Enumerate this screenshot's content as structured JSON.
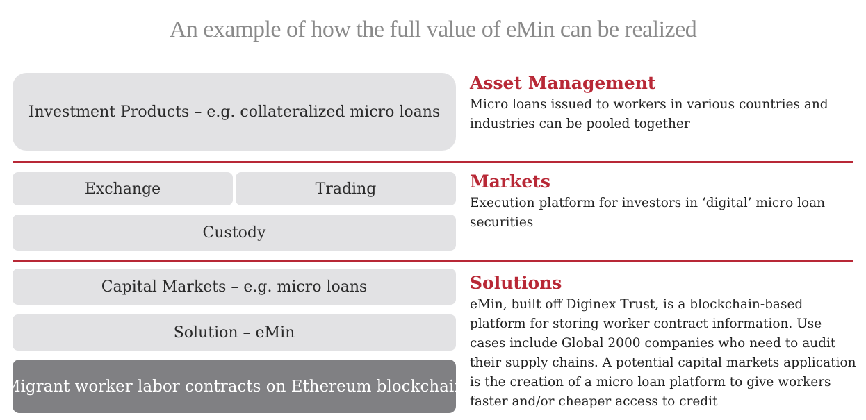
{
  "title": "An example of how the full value of eMin can be realized",
  "colors": {
    "accent": "#b82836",
    "box": "#e2e2e4",
    "box_dark": "#808083",
    "title": "#8a8a8a"
  },
  "layers": {
    "asset_management": {
      "heading": "Asset Management",
      "description": "Micro loans issued to workers in various countries and industries can be pooled together",
      "boxes": {
        "investment_products": "Investment Products – e.g. collateralized micro loans"
      }
    },
    "markets": {
      "heading": "Markets",
      "description": "Execution platform for investors in ‘digital’ micro loan securities",
      "boxes": {
        "exchange": "Exchange",
        "trading": "Trading",
        "custody": "Custody"
      }
    },
    "solutions": {
      "heading": "Solutions",
      "description": "eMin, built off Diginex Trust, is a blockchain-based platform for storing worker contract information. Use cases include Global 2000 companies who need to audit their supply chains. A potential capital markets application is the creation of a micro loan platform to give workers faster and/or cheaper access to credit",
      "boxes": {
        "capital_markets": "Capital Markets – e.g. micro loans",
        "solution": "Solution – eMin",
        "foundation": "Migrant worker labor contracts on Ethereum blockchain"
      }
    }
  }
}
